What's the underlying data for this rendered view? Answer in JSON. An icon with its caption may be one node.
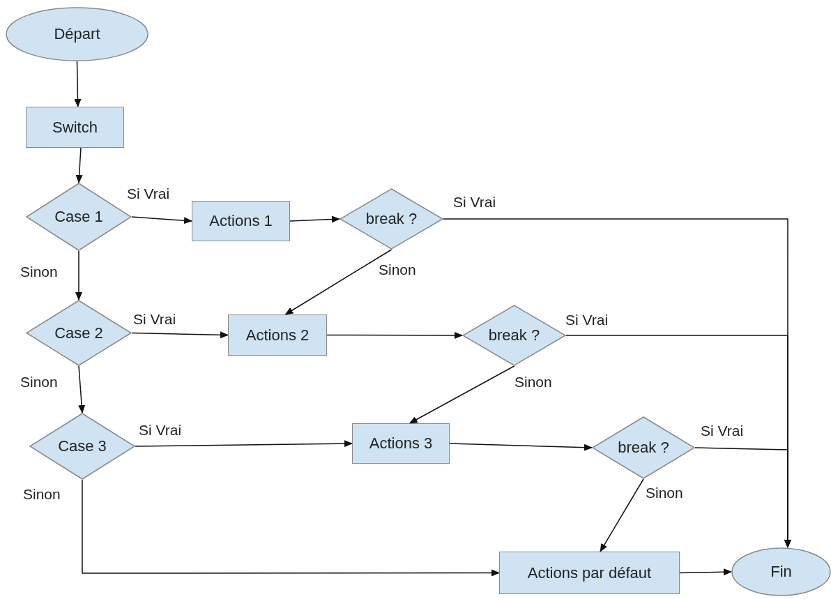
{
  "diagram": {
    "nodes": [
      {
        "text": [
          "Départ"
        ]
      },
      {
        "text": [
          "Switch"
        ]
      },
      {
        "text": [
          "Case 1"
        ]
      },
      {
        "text": [
          "Actions 1"
        ]
      },
      {
        "text": [
          "break ?"
        ]
      },
      {
        "text": [
          "Case 2"
        ]
      },
      {
        "text": [
          "Actions 2"
        ]
      },
      {
        "text": [
          "break ?"
        ]
      },
      {
        "text": [
          "Case 3"
        ]
      },
      {
        "text": [
          "Actions 3"
        ]
      },
      {
        "text": [
          "break ?"
        ]
      },
      {
        "text": [
          "Actions par défaut"
        ]
      },
      {
        "text": [
          "Fin"
        ]
      }
    ],
    "edges": [
      {
        "from": 0,
        "to": 1,
        "arrow": "to"
      },
      {
        "from": 1,
        "to": 2,
        "arrow": "to"
      },
      {
        "from": 2,
        "to": 3,
        "arrow": "to",
        "label": "Si Vrai"
      },
      {
        "from": 3,
        "to": 4,
        "arrow": "to"
      },
      {
        "from": 4,
        "to": 12,
        "arrow": "to",
        "label": "Si Vrai"
      },
      {
        "from": 4,
        "to": 6,
        "arrow": "to",
        "label": "Sinon"
      },
      {
        "from": 2,
        "to": 5,
        "arrow": "to",
        "label": "Sinon"
      },
      {
        "from": 5,
        "to": 6,
        "arrow": "to",
        "label": "Si Vrai"
      },
      {
        "from": 6,
        "to": 7,
        "arrow": "to"
      },
      {
        "from": 7,
        "to": 12,
        "arrow": "to",
        "label": "Si Vrai"
      },
      {
        "from": 7,
        "to": 9,
        "arrow": "to",
        "label": "Sinon"
      },
      {
        "from": 5,
        "to": 8,
        "arrow": "to",
        "label": "Sinon"
      },
      {
        "from": 8,
        "to": 9,
        "arrow": "to",
        "label": "Si Vrai"
      },
      {
        "from": 9,
        "to": 10,
        "arrow": "to"
      },
      {
        "from": 10,
        "to": 12,
        "arrow": "to",
        "label": "Si Vrai"
      },
      {
        "from": 10,
        "to": 11,
        "arrow": "to",
        "label": "Sinon"
      },
      {
        "from": 8,
        "to": 11,
        "arrow": "to",
        "label": "Sinon"
      },
      {
        "from": 11,
        "to": 12,
        "arrow": "to"
      }
    ]
  }
}
